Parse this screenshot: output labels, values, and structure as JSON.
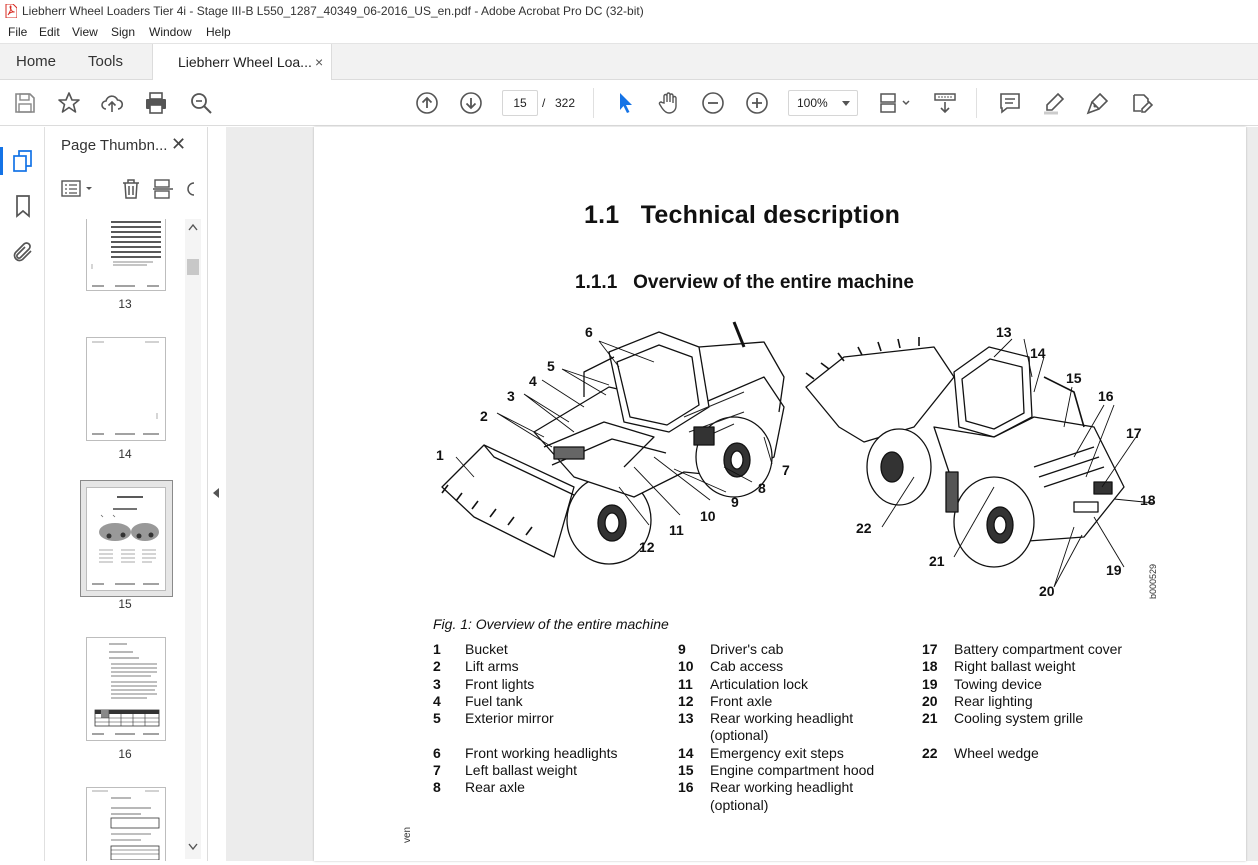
{
  "window": {
    "title": "Liebherr Wheel Loaders Tier 4i - Stage III-B L550_1287_40349_06-2016_US_en.pdf - Adobe Acrobat Pro DC (32-bit)"
  },
  "menu": [
    "File",
    "Edit",
    "View",
    "Sign",
    "Window",
    "Help"
  ],
  "tabs": {
    "home": "Home",
    "tools": "Tools",
    "document": "Liebherr Wheel Loa...",
    "close": "×"
  },
  "toolbar": {
    "page_current": "15",
    "page_separator": "/",
    "page_total": "322",
    "zoom": "100%"
  },
  "thumbnail_panel": {
    "title": "Page Thumbn...",
    "close": "✕",
    "pages": [
      "13",
      "14",
      "15",
      "16"
    ]
  },
  "document": {
    "heading1": "1.1   Technical description",
    "heading2": "1.1.1   Overview of the entire machine",
    "figure_code": "b000529",
    "figure_callouts": [
      "1",
      "2",
      "3",
      "4",
      "5",
      "6",
      "7",
      "8",
      "9",
      "10",
      "11",
      "12",
      "13",
      "14",
      "15",
      "16",
      "17",
      "18",
      "19",
      "20",
      "21",
      "22"
    ],
    "caption": "Fig. 1: Overview of the entire machine",
    "legend_col1": [
      {
        "num": "1",
        "label": "Bucket"
      },
      {
        "num": "2",
        "label": "Lift arms"
      },
      {
        "num": "3",
        "label": "Front lights"
      },
      {
        "num": "4",
        "label": "Fuel tank"
      },
      {
        "num": "5",
        "label": "Exterior mirror"
      },
      {
        "num": "",
        "label": ""
      },
      {
        "num": "6",
        "label": "Front working headlights"
      },
      {
        "num": "7",
        "label": "Left ballast weight"
      },
      {
        "num": "8",
        "label": "Rear axle"
      }
    ],
    "legend_col2": [
      {
        "num": "9",
        "label": "Driver's cab"
      },
      {
        "num": "10",
        "label": "Cab access"
      },
      {
        "num": "11",
        "label": "Articulation lock"
      },
      {
        "num": "12",
        "label": "Front axle"
      },
      {
        "num": "13",
        "label": "Rear working headlight"
      },
      {
        "num": "",
        "label": "(optional)"
      },
      {
        "num": "14",
        "label": "Emergency exit steps"
      },
      {
        "num": "15",
        "label": "Engine compartment hood"
      },
      {
        "num": "16",
        "label": "Rear working headlight"
      },
      {
        "num": "",
        "label": "(optional)"
      }
    ],
    "legend_col3": [
      {
        "num": "17",
        "label": "Battery compartment cover"
      },
      {
        "num": "18",
        "label": "Right ballast weight"
      },
      {
        "num": "19",
        "label": "Towing device"
      },
      {
        "num": "20",
        "label": "Rear lighting"
      },
      {
        "num": "21",
        "label": "Cooling system grille"
      },
      {
        "num": "",
        "label": ""
      },
      {
        "num": "22",
        "label": "Wheel wedge"
      }
    ],
    "side_text": "ven"
  },
  "colors": {
    "accent": "#1473e6",
    "title_icon": "#d7281f"
  }
}
